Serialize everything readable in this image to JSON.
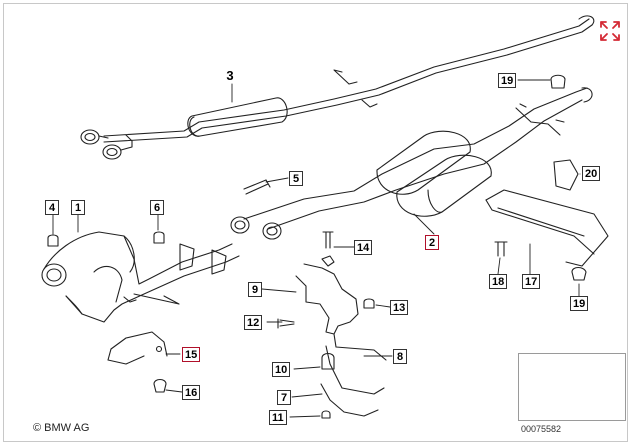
{
  "title_ref": "00075582",
  "copyright": "© BMW AG",
  "expand_icon": "expand-arrows-icon",
  "highlight_color": "#b0102a",
  "callouts": [
    {
      "id": "c1",
      "label": "1"
    },
    {
      "id": "c2",
      "label": "2"
    },
    {
      "id": "c3",
      "label": "3"
    },
    {
      "id": "c4",
      "label": "4"
    },
    {
      "id": "c5",
      "label": "5"
    },
    {
      "id": "c6",
      "label": "6"
    },
    {
      "id": "c7",
      "label": "7"
    },
    {
      "id": "c8",
      "label": "8"
    },
    {
      "id": "c9",
      "label": "9"
    },
    {
      "id": "c10",
      "label": "10"
    },
    {
      "id": "c11",
      "label": "11"
    },
    {
      "id": "c12",
      "label": "12"
    },
    {
      "id": "c13",
      "label": "13"
    },
    {
      "id": "c14",
      "label": "14"
    },
    {
      "id": "c15",
      "label": "15"
    },
    {
      "id": "c16",
      "label": "16"
    },
    {
      "id": "c17",
      "label": "17"
    },
    {
      "id": "c18",
      "label": "18"
    },
    {
      "id": "c19a",
      "label": "19"
    },
    {
      "id": "c19b",
      "label": "19"
    },
    {
      "id": "c20",
      "label": "20"
    }
  ]
}
